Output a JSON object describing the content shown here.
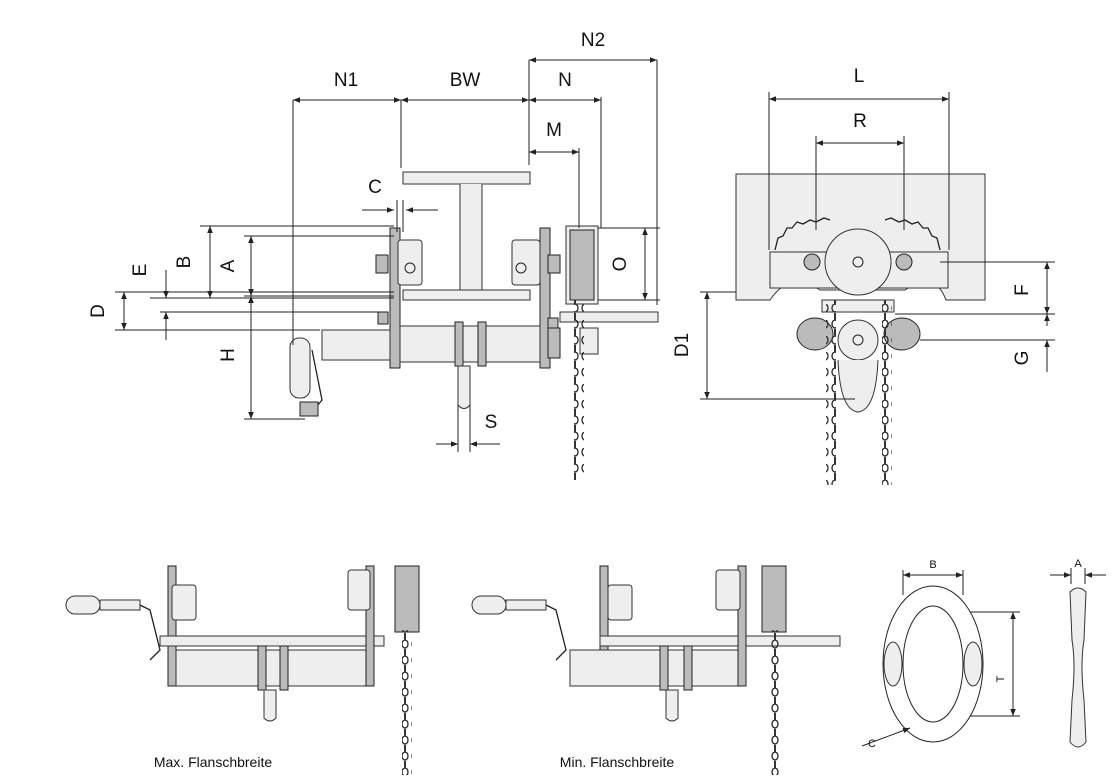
{
  "dimension_labels": {
    "n1": "N1",
    "bw": "BW",
    "n2": "N2",
    "n": "N",
    "m": "M",
    "c": "C",
    "a": "A",
    "b": "B",
    "e": "E",
    "d": "D",
    "h": "H",
    "o": "O",
    "s": "S",
    "l": "L",
    "r": "R",
    "f": "F",
    "d1": "D1",
    "g": "G"
  },
  "link_labels": {
    "b": "B",
    "a": "A",
    "t": "T",
    "c": "C"
  },
  "captions": {
    "max_flange": "Max. Flanschbreite",
    "min_flange": "Min. Flanschbreite"
  }
}
